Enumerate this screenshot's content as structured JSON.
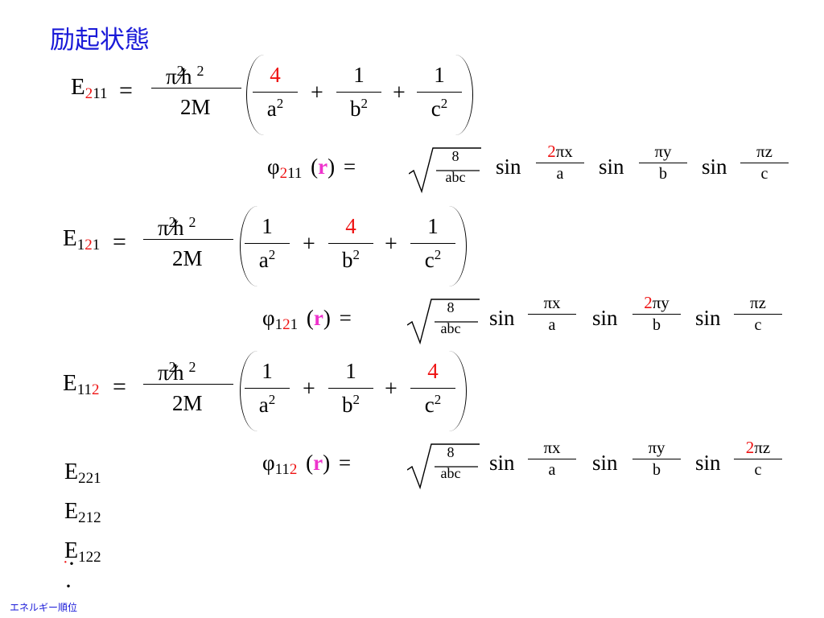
{
  "title": "励起状態",
  "footer": "エネルギー順位",
  "symbols": {
    "E": "E",
    "phi": "φ",
    "equals": "=",
    "plus": "+",
    "pi": "π",
    "sq": "2",
    "hbar": "h",
    "hbar_slash": "⁄",
    "mass": "2M",
    "r_open": "(",
    "r": "r",
    "r_close": ")",
    "sqrt_num": "8",
    "sqrt_den": "abc",
    "sin": "sin",
    "one": "1",
    "four": "4",
    "two": "2"
  },
  "energies": [
    {
      "label": "E",
      "sub_d1": "2",
      "sub_d1_red": true,
      "sub_d2": "11",
      "terms": [
        {
          "num": "4",
          "num_red": true,
          "den": "a"
        },
        {
          "num": "1",
          "num_red": false,
          "den": "b"
        },
        {
          "num": "1",
          "num_red": false,
          "den": "c"
        }
      ]
    },
    {
      "label": "E",
      "sub_d1": "1",
      "sub_d2": "2",
      "sub_d3": "1",
      "terms": [
        {
          "num": "1",
          "num_red": false,
          "den": "a"
        },
        {
          "num": "4",
          "num_red": true,
          "den": "b"
        },
        {
          "num": "1",
          "num_red": false,
          "den": "c"
        }
      ]
    },
    {
      "label": "E",
      "sub_d1": "11",
      "sub_d2": "2",
      "terms": [
        {
          "num": "1",
          "num_red": false,
          "den": "a"
        },
        {
          "num": "1",
          "num_red": false,
          "den": "b"
        },
        {
          "num": "4",
          "num_red": true,
          "den": "c"
        }
      ]
    }
  ],
  "wavefunctions": [
    {
      "args": [
        {
          "coef": "2",
          "var": "πx",
          "den": "a"
        },
        {
          "coef": "",
          "var": "πy",
          "den": "b"
        },
        {
          "coef": "",
          "var": "πz",
          "den": "c"
        }
      ]
    },
    {
      "args": [
        {
          "coef": "",
          "var": "πx",
          "den": "a"
        },
        {
          "coef": "2",
          "var": "πy",
          "den": "b"
        },
        {
          "coef": "",
          "var": "πz",
          "den": "c"
        }
      ]
    },
    {
      "args": [
        {
          "coef": "",
          "var": "πx",
          "den": "a"
        },
        {
          "coef": "",
          "var": "πy",
          "den": "b"
        },
        {
          "coef": "2",
          "var": "πz",
          "den": "c"
        }
      ]
    }
  ],
  "more_levels": [
    {
      "label": "E",
      "sub": "221"
    },
    {
      "label": "E",
      "sub": "212"
    },
    {
      "label": "E",
      "sub": "122"
    }
  ],
  "dots": [
    "·",
    "·",
    "·"
  ],
  "colors": {
    "title": "#1a1ad8",
    "highlight": "#ee1111",
    "vector": "#ee33cc"
  }
}
